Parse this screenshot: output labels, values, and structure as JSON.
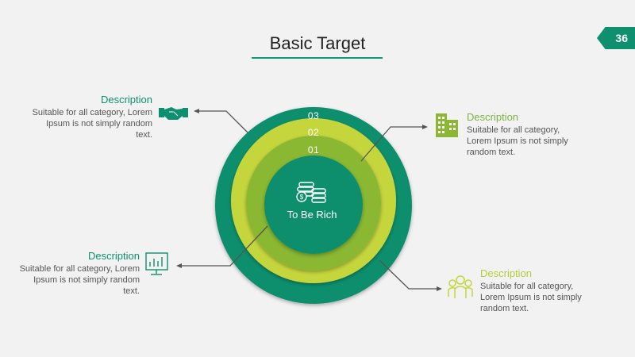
{
  "slide": {
    "title": "Basic Target",
    "page_number": "36"
  },
  "target": {
    "center_label": "To Be Rich",
    "rings": [
      "03",
      "02",
      "01"
    ]
  },
  "descriptions": [
    {
      "heading": "Description",
      "text": "Suitable for all category, Lorem Ipsum is not simply random text.",
      "icon": "handshake-icon"
    },
    {
      "heading": "Description",
      "text": "Suitable for all category, Lorem Ipsum is not simply random text.",
      "icon": "building-icon"
    },
    {
      "heading": "Description",
      "text": "Suitable for all category, Lorem Ipsum is not simply random text.",
      "icon": "chart-monitor-icon"
    },
    {
      "heading": "Description",
      "text": "Suitable for all category, Lorem Ipsum is not simply random text.",
      "icon": "people-group-icon"
    }
  ],
  "colors": {
    "dark_green": "#0e8f6e",
    "lime": "#c5d63c",
    "mid_green": "#8ab832",
    "light_green_text": "#b5cc3a"
  }
}
